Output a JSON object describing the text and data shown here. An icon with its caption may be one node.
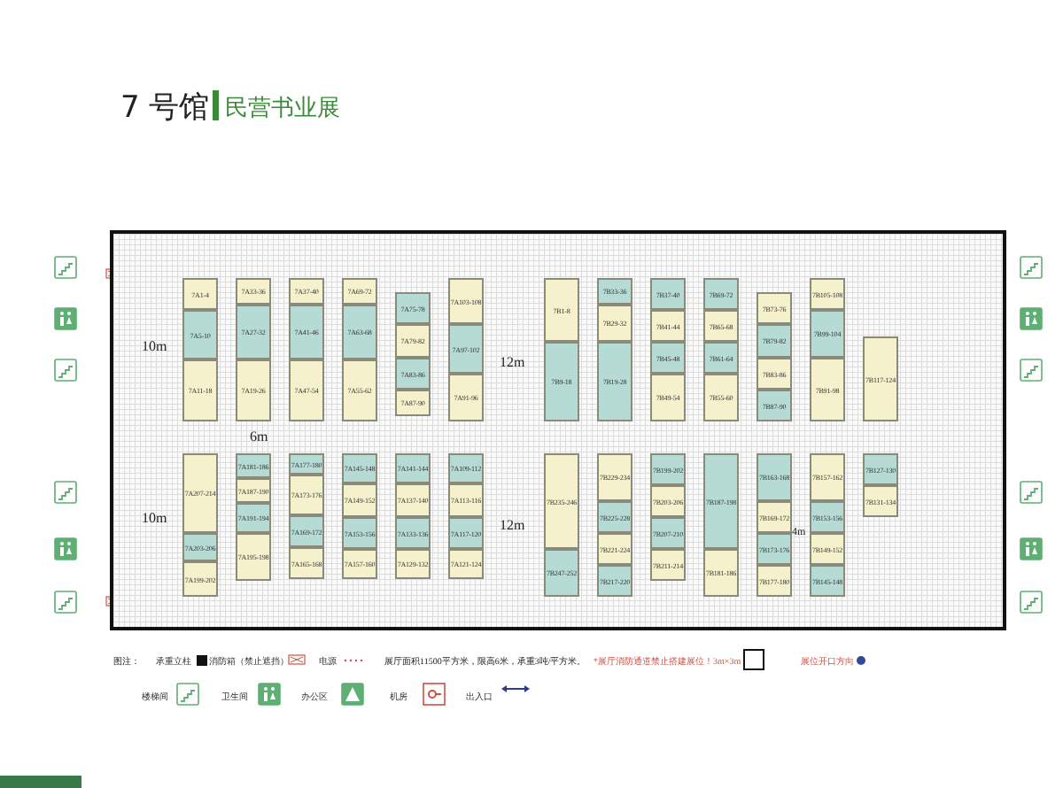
{
  "diagram": {
    "title": "7 号馆",
    "nodes": [
      {
        "text": [
          "7A1-4"
        ]
      },
      {
        "text": [
          "7A5-10"
        ]
      },
      {
        "text": [
          "7A11-18"
        ]
      },
      {
        "text": [
          "7A33-36"
        ]
      },
      {
        "text": [
          "7A27-32"
        ]
      },
      {
        "text": [
          "7A19-26"
        ]
      },
      {
        "text": [
          "7A37-40"
        ]
      },
      {
        "text": [
          "7A41-46"
        ]
      },
      {
        "text": [
          "7A47-54"
        ]
      },
      {
        "text": [
          "7A69-72"
        ]
      },
      {
        "text": [
          "7A63-68"
        ]
      },
      {
        "text": [
          "7A55-62"
        ]
      },
      {
        "text": [
          "7A75-78"
        ]
      },
      {
        "text": [
          "7A79-82"
        ]
      },
      {
        "text": [
          "7A83-86"
        ]
      },
      {
        "text": [
          "7A87-90"
        ]
      },
      {
        "text": [
          "7A103-108"
        ]
      },
      {
        "text": [
          "7A97-102"
        ]
      },
      {
        "text": [
          "7A91-96"
        ]
      },
      {
        "text": [
          "7B1-8"
        ]
      },
      {
        "text": [
          "7B9-18"
        ]
      },
      {
        "text": [
          "7B33-36"
        ]
      },
      {
        "text": [
          "7B29-32"
        ]
      },
      {
        "text": [
          "7B19-28"
        ]
      },
      {
        "text": [
          "7B37-40"
        ]
      },
      {
        "text": [
          "7B41-44"
        ]
      },
      {
        "text": [
          "7B45-48"
        ]
      },
      {
        "text": [
          "7B49-54"
        ]
      },
      {
        "text": [
          "7B69-72"
        ]
      },
      {
        "text": [
          "7B65-68"
        ]
      },
      {
        "text": [
          "7B61-64"
        ]
      },
      {
        "text": [
          "7B55-60"
        ]
      },
      {
        "text": [
          "7B73-76"
        ]
      },
      {
        "text": [
          "7B79-82"
        ]
      },
      {
        "text": [
          "7B83-86"
        ]
      },
      {
        "text": [
          "7B87-90"
        ]
      },
      {
        "text": [
          "7B105-108"
        ]
      },
      {
        "text": [
          "7B99-104"
        ]
      },
      {
        "text": [
          "7B91-98"
        ]
      },
      {
        "text": [
          "7B117-124"
        ]
      },
      {
        "text": [
          "7A207-214"
        ]
      },
      {
        "text": [
          "7A203-206"
        ]
      },
      {
        "text": [
          "7A199-202"
        ]
      },
      {
        "text": [
          "7A181-186"
        ]
      },
      {
        "text": [
          "7A187-190"
        ]
      },
      {
        "text": [
          "7A191-194"
        ]
      },
      {
        "text": [
          "7A195-198"
        ]
      },
      {
        "text": [
          "7A177-180"
        ]
      },
      {
        "text": [
          "7A173-176"
        ]
      },
      {
        "text": [
          "7A169-172"
        ]
      },
      {
        "text": [
          "7A165-168"
        ]
      },
      {
        "text": [
          "7A145-148"
        ]
      },
      {
        "text": [
          "7A149-152"
        ]
      },
      {
        "text": [
          "7A153-156"
        ]
      },
      {
        "text": [
          "7A157-160"
        ]
      },
      {
        "text": [
          "7A141-144"
        ]
      },
      {
        "text": [
          "7A137-140"
        ]
      },
      {
        "text": [
          "7A133-136"
        ]
      },
      {
        "text": [
          "7A129-132"
        ]
      },
      {
        "text": [
          "7A109-112"
        ]
      },
      {
        "text": [
          "7A113-116"
        ]
      },
      {
        "text": [
          "7A117-120"
        ]
      },
      {
        "text": [
          "7A121-124"
        ]
      },
      {
        "text": [
          "7B235-246"
        ]
      },
      {
        "text": [
          "7B247-252"
        ]
      },
      {
        "text": [
          "7B229-234"
        ]
      },
      {
        "text": [
          "7B225-228"
        ]
      },
      {
        "text": [
          "7B221-224"
        ]
      },
      {
        "text": [
          "7B217-220"
        ]
      },
      {
        "text": [
          "7B199-202"
        ]
      },
      {
        "text": [
          "7B203-206"
        ]
      },
      {
        "text": [
          "7B207-210"
        ]
      },
      {
        "text": [
          "7B211-214"
        ]
      },
      {
        "text": [
          "7B187-198"
        ]
      },
      {
        "text": [
          "7B181-186"
        ]
      },
      {
        "text": [
          "7B163-168"
        ]
      },
      {
        "text": [
          "7B169-172"
        ]
      },
      {
        "text": [
          "7B173-176"
        ]
      },
      {
        "text": [
          "7B177-180"
        ]
      },
      {
        "text": [
          "7B157-162"
        ]
      },
      {
        "text": [
          "7B153-156"
        ]
      },
      {
        "text": [
          "7B149-152"
        ]
      },
      {
        "text": [
          "7B145-148"
        ]
      },
      {
        "text": [
          "7B127-130"
        ]
      },
      {
        "text": [
          "7B131-134"
        ]
      }
    ],
    "labels": [
      "民营书业展",
      "10m",
      "12m",
      "6m",
      "10m",
      "12m",
      "4m",
      "图注：",
      "展厅面积11500平方米，限高6米，承重3吨/平方米。"
    ],
    "legend": [
      {
        "text": "承重立柱"
      },
      {
        "text": "消防箱（禁止遮挡）"
      },
      {
        "text": "电源"
      },
      {
        "text": "*展厅消防通道禁止搭建展位！3m×3m"
      },
      {
        "text": "展位开口方向"
      },
      {
        "text": "楼梯间"
      },
      {
        "text": "卫生间"
      },
      {
        "text": "办公区"
      },
      {
        "text": "机房"
      },
      {
        "text": "出入口"
      }
    ]
  }
}
